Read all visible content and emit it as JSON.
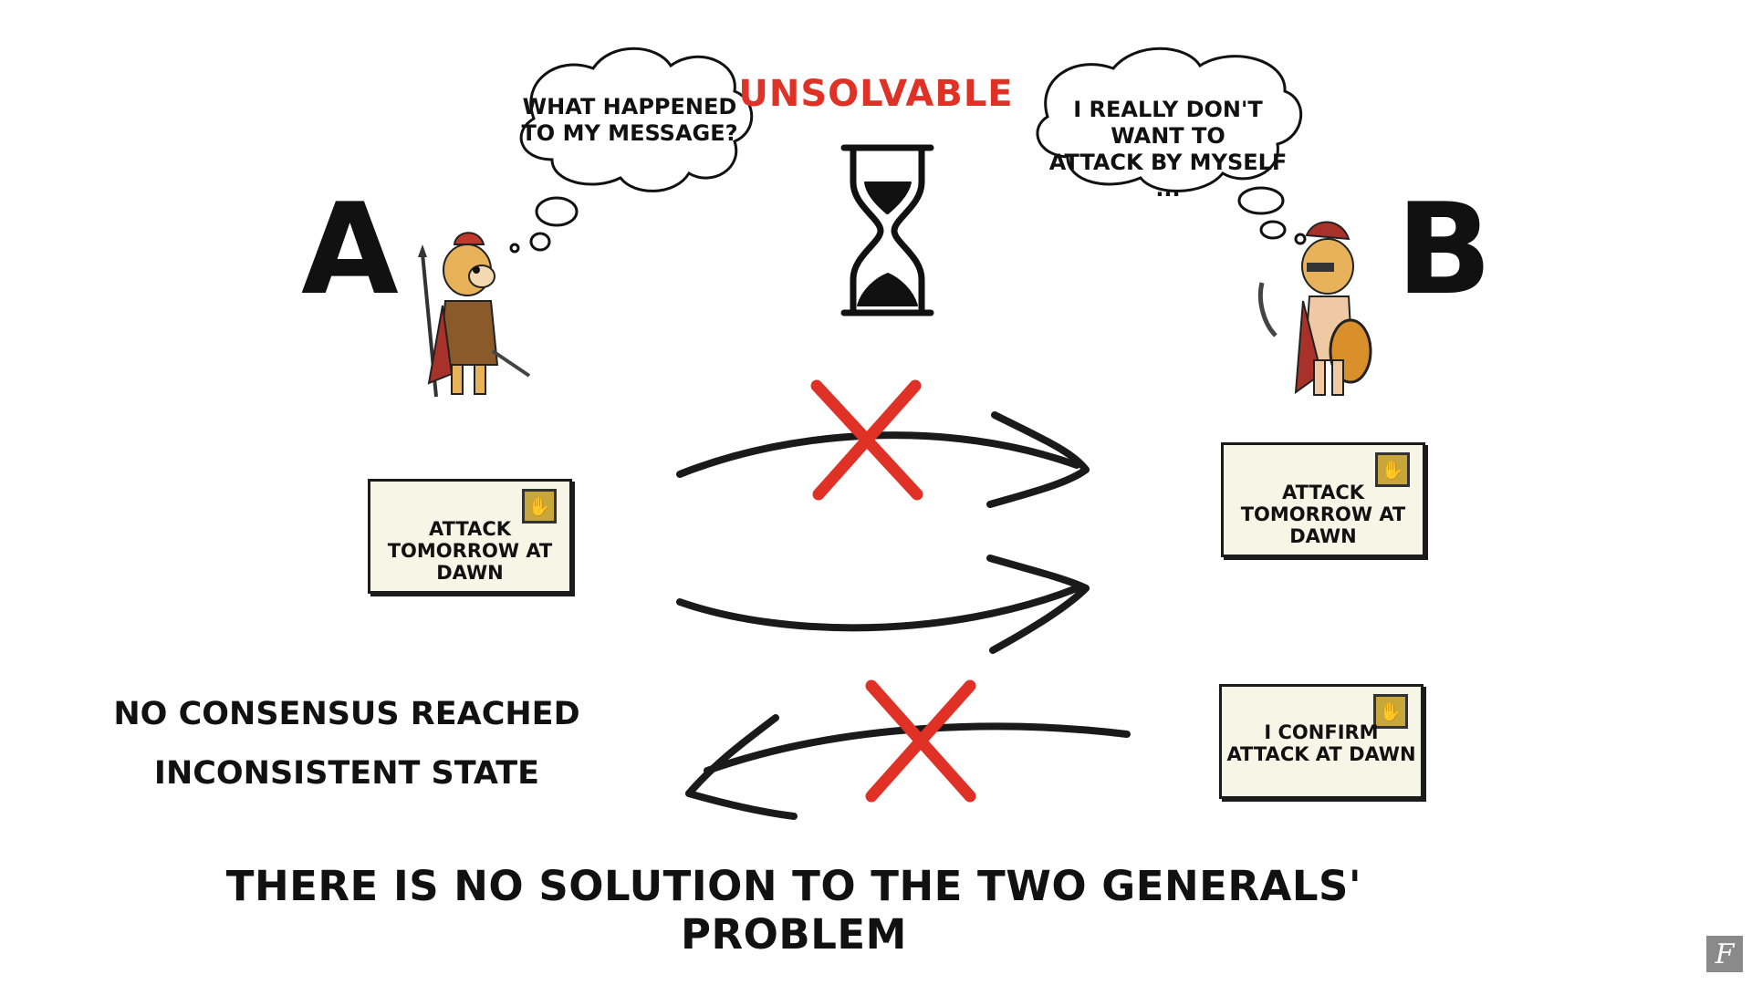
{
  "header": {
    "status_title": "UNSOLVABLE"
  },
  "general_a": {
    "label": "A",
    "thought_line1": "WHAT HAPPENED",
    "thought_line2": "TO MY MESSAGE?"
  },
  "general_b": {
    "label": "B",
    "thought_line1": "I REALLY DON'T WANT TO",
    "thought_line2": "ATTACK BY MYSELF ..."
  },
  "letters": {
    "sent_line1": "ATTACK",
    "sent_line2": "TOMORROW AT DAWN",
    "received_line1": "ATTACK",
    "received_line2": "TOMORROW AT DAWN",
    "confirm_line1": "I CONFIRM",
    "confirm_line2": "ATTACK AT DAWN"
  },
  "state": {
    "line1": "NO CONSENSUS REACHED",
    "line2": "INCONSISTENT STATE"
  },
  "conclusion": "THERE IS NO SOLUTION TO THE TWO GENERALS' PROBLEM",
  "colors": {
    "accent_red": "#e03127",
    "ink": "#111111",
    "envelope": "#f7f5e6",
    "stamp": "#c7a63a"
  },
  "icons": {
    "timer": "hourglass-icon",
    "failure": "red-x-icon",
    "watermark": "f-logo-icon"
  }
}
